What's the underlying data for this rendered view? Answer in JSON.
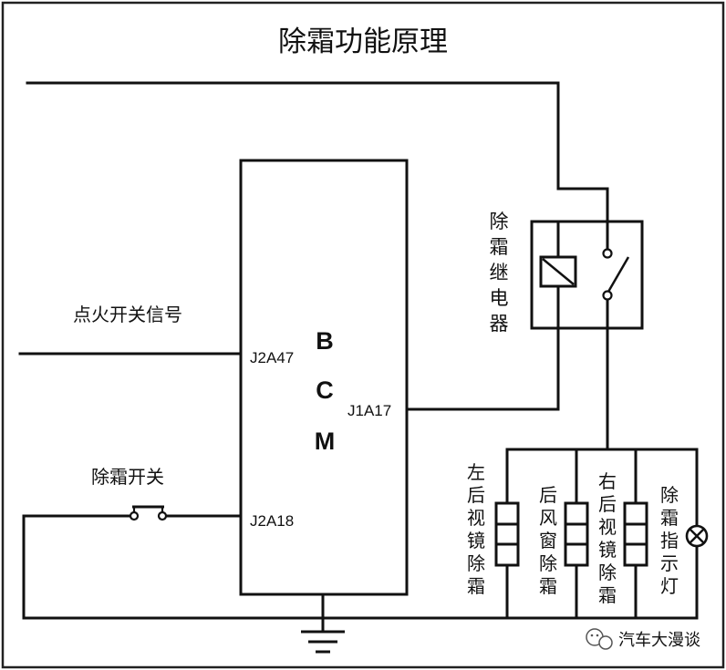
{
  "title": "除霜功能原理",
  "module": {
    "letters": [
      "B",
      "C",
      "M"
    ],
    "pins": {
      "ignition": "J2A47",
      "relay_out": "J1A17",
      "switch_in": "J2A18"
    }
  },
  "labels": {
    "ignition_signal": "点火开关信号",
    "defrost_switch": "除霜开关",
    "relay": [
      "除",
      "霜",
      "继",
      "电",
      "器"
    ]
  },
  "loads": [
    {
      "chars": [
        "左",
        "后",
        "视",
        "镜",
        "除",
        "霜"
      ]
    },
    {
      "chars": [
        "后",
        "风",
        "窗",
        "除",
        "霜"
      ]
    },
    {
      "chars": [
        "右",
        "后",
        "视",
        "镜",
        "除",
        "霜"
      ]
    },
    {
      "chars": [
        "除",
        "霜",
        "指",
        "示",
        "灯"
      ]
    }
  ],
  "watermark": "汽车大漫谈"
}
